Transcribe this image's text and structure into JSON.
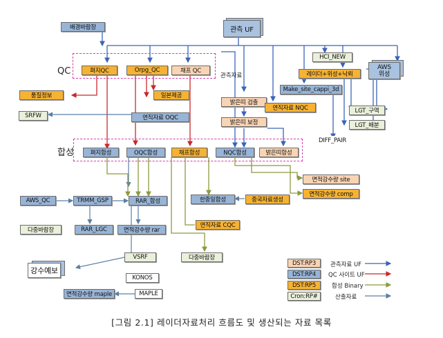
{
  "labels": {
    "qc": "QC",
    "hapseong": "합성",
    "gwanchuk_jaryo": "관측자료"
  },
  "nodes": {
    "baegyeong": "배경바람장",
    "gwanchuk_uf": "관측 UF",
    "hci_new": "HCI_NEW",
    "aws_wiseong": "AWS\n위성",
    "radar_sat_lightning": "레이더+위성+낙뢰",
    "pyeji_qc": "펴지QC",
    "orpg_qc": "Orpg_QC",
    "chepo_qc": "채프 QC",
    "make_site_cappi": "Make_site_cappi_3d",
    "pumjil": "품질정보",
    "ilbon": "일본제공",
    "balgeun_geomchul": "밝은띠 검출",
    "yeonjik_nqc": "연직자료 NQC",
    "lgt_gueok": "LGT_구역",
    "srfw": "SRFW",
    "yeonjik_oqc": "연직자료 OQC",
    "balgeun_bojeong": "밝은띠 보정",
    "lgt_baebun": "LGT_배분",
    "diff_pair": "DIFF_PAIR",
    "pyeji_hap": "펴지합성",
    "oqc_hap": "OQC합성",
    "chepo_hap": "채프합성",
    "nqc_hap": "NQC합성",
    "balgeun_hap": "밝은띠합성",
    "site_rain": "면적강수량 site",
    "comp_rain": "면적강수량 comp",
    "aws_qc": "AWS_QC",
    "trmm_gsp": "TRMM_GSP",
    "rar_hap": "RAR_합성",
    "hanjungil": "한중일합성",
    "jungguk": "중국자료생성",
    "dajung_left": "다중바람장",
    "rar_lgc": "RAR_LGC",
    "rain_rar": "면적강수량 rar",
    "yeonjik_cqc": "연직자료 CQC",
    "gangsu_yebo": "강수예보",
    "vsrf": "VSRF",
    "dajung_mid": "다중바람장",
    "konos": "KONOS",
    "maple": "MAPLE",
    "rain_maple": "면적강수량 maple"
  },
  "legend": {
    "boxes": [
      "DST:RP3",
      "DST:RP4",
      "DST:RP5",
      "Cron:RP#"
    ],
    "lines": [
      {
        "label": "관측자료 UF",
        "color": "#3a63b8"
      },
      {
        "label": "QC 사이트 UF",
        "color": "#c8282b"
      },
      {
        "label": "합성 Binary",
        "color": "#8c9a3c"
      },
      {
        "label": "산출자료",
        "color": "#5a7fa6"
      }
    ]
  },
  "colors": {
    "rp3": "#f9d4b4",
    "rp4": "#98b4d6",
    "rp5": "#f6b233",
    "cron": "#eaf0da",
    "uf_line": "#3a63b8",
    "qc_line": "#c8282b",
    "comp_line": "#8c9a3c",
    "out_line": "#5a7fa6",
    "dash": "#d43ba6"
  },
  "caption": "[그림 2.1] 레이더자료처리 흐름도 및 생산되는 자료 목록"
}
